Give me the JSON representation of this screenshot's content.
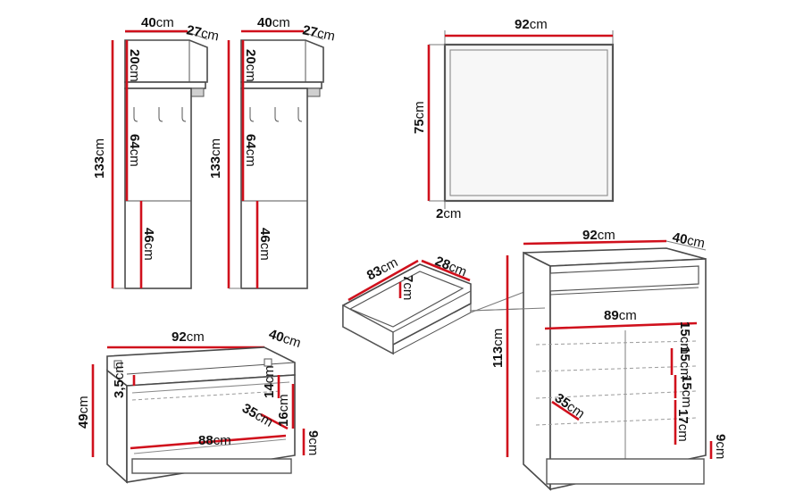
{
  "wardrobe_left": {
    "width": "40cm",
    "depth": "27cm",
    "height": "133cm",
    "top_section": "20cm",
    "middle_section": "64cm",
    "bottom_section": "46cm"
  },
  "wardrobe_right": {
    "width": "40cm",
    "depth": "27cm",
    "height": "133cm",
    "top_section": "20cm",
    "middle_section": "64cm",
    "bottom_section": "46cm"
  },
  "mirror": {
    "width": "92cm",
    "height": "75cm",
    "thickness": "2cm"
  },
  "drawer": {
    "width": "83cm",
    "depth": "28cm",
    "height": "7cm"
  },
  "bench": {
    "width": "92cm",
    "depth": "40cm",
    "height": "49cm",
    "top_thickness": "3,5cm",
    "drawer_height": "14cm",
    "inner_depth": "35cm",
    "inner_height": "16cm",
    "inner_width": "88cm",
    "plinth": "9cm"
  },
  "shoe_cabinet": {
    "width": "92cm",
    "depth": "40cm",
    "height": "113cm",
    "inner_width": "89cm",
    "shelf_1": "15cm",
    "shelf_2": "15cm",
    "shelf_3": "15cm",
    "shelf_4": "17cm",
    "shelf_depth": "35cm",
    "plinth": "9cm"
  }
}
